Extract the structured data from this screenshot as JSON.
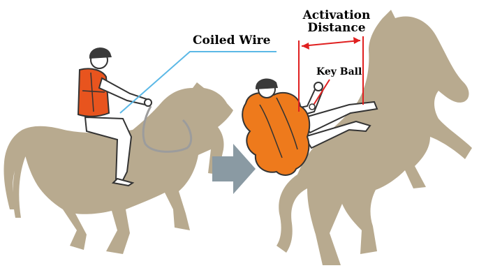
{
  "labels": {
    "coiled_wire": "Coiled Wire",
    "activation_line1": "Activation",
    "activation_line2": "Distance",
    "key_ball": "Key Ball"
  },
  "colors": {
    "horse": "#b8aa8f",
    "vest_before": "#e8541e",
    "vest_after": "#ee7a1c",
    "arrow": "#8a9aa3",
    "wire": "#5bb8e6",
    "measure": "#e02020"
  }
}
